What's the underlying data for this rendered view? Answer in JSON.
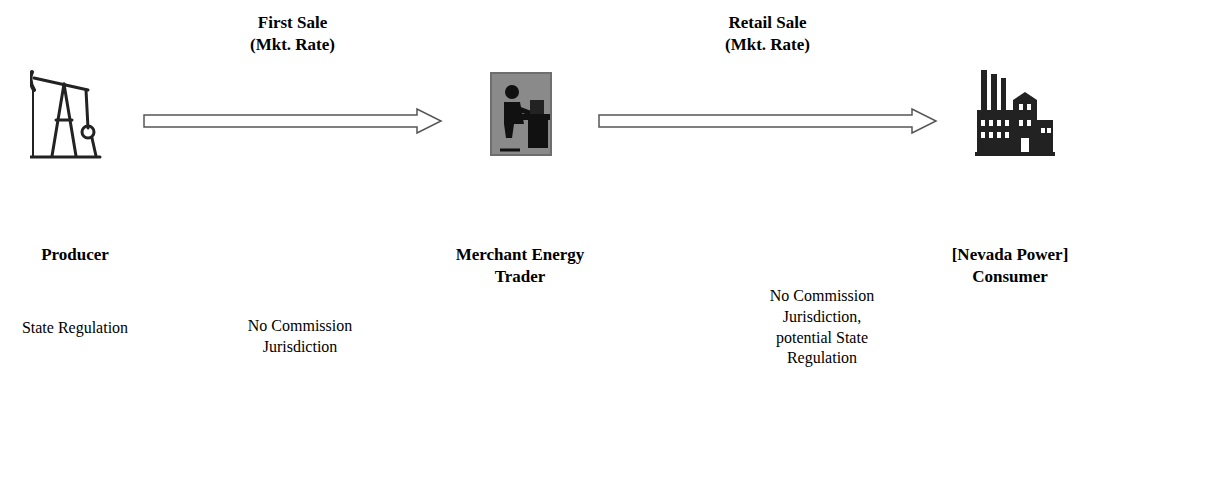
{
  "diagram": {
    "nodes": [
      {
        "text": [
          "Producer",
          "State Regulation"
        ]
      },
      {
        "text": [
          "Merchant Energy Trader"
        ]
      },
      {
        "text": [
          "[Nevada Power] Consumer"
        ]
      }
    ],
    "edges": [
      {
        "from": 0,
        "to": 1,
        "arrow": "to",
        "label": "First Sale (Mkt. Rate)"
      },
      {
        "from": 1,
        "to": 2,
        "arrow": "to",
        "label": "Retail Sale (Mkt. Rate)"
      }
    ],
    "labels": [
      "No Commission Jurisdiction",
      "No Commission Jurisdiction, potential State Regulation"
    ]
  }
}
